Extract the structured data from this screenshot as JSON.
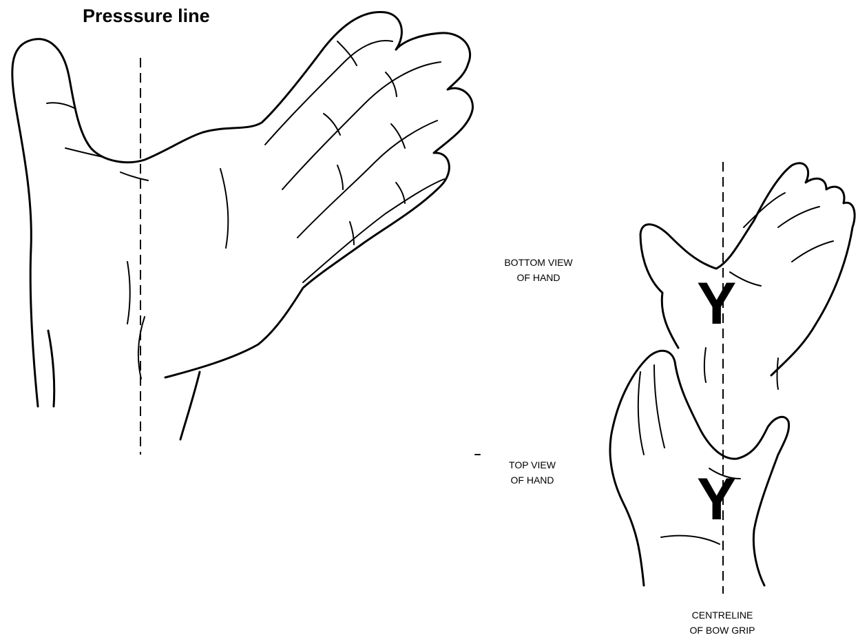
{
  "title": "Presssure line",
  "labels": {
    "bottom_view": [
      "BOTTOM VIEW",
      "OF HAND"
    ],
    "top_view": [
      "TOP VIEW",
      "OF HAND"
    ],
    "centreline": [
      "CENTRELINE",
      "OF BOW GRIP"
    ]
  },
  "markers": {
    "bottom_y": "Y",
    "top_y": "Y"
  },
  "colors": {
    "ink": "#000000",
    "background": "#ffffff"
  }
}
